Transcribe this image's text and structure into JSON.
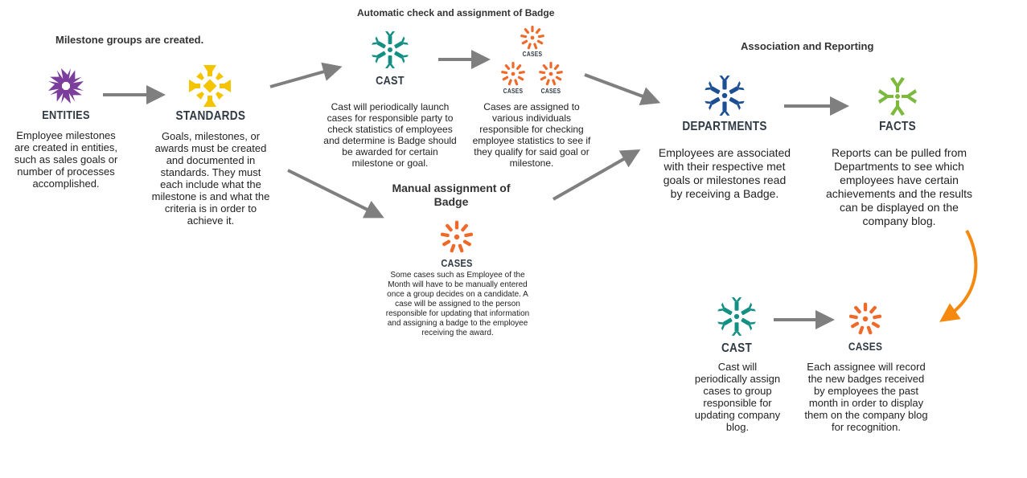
{
  "headings": {
    "milestone": "Milestone groups are created.",
    "automatic": "Automatic check and assignment of Badge",
    "manual": "Manual assignment of Badge",
    "association": "Association and Reporting"
  },
  "labels": {
    "entities": "ENTITIES",
    "standards": "STANDARDS",
    "cast_top": "CAST",
    "cases_small": "CASES",
    "cases_manual": "CASES",
    "departments": "DEPARTMENTS",
    "facts": "FACTS",
    "cast_bottom": "CAST",
    "cases_bottom": "CASES"
  },
  "descriptions": {
    "entities": "Employee milestones are created in entities, such as sales goals or number of processes accomplished.",
    "standards": "Goals, milestones, or awards must be created and documented in standards. They must each include what the milestone is and what the criteria is in order to achieve it.",
    "cast_top": "Cast will periodically launch cases for responsible party to check statistics of employees and determine is Badge should be awarded for certain milestone or goal.",
    "cases_top": "Cases are assigned to various individuals responsible for checking employee statistics to see if they qualify for said goal or milestone.",
    "cases_manual": "Some cases such as Employee of the Month will have to be manually entered once a group decides on a candidate. A case will be assigned to the person responsible for updating that information and assigning a badge to the employee receiving the award.",
    "departments": "Employees are associated with their respective met goals or milestones read by receiving a Badge.",
    "facts": "Reports can be pulled from Departments to see which employees have certain achievements and the results can be displayed on the company blog.",
    "cast_bottom": "Cast will periodically assign cases to group responsible for updating company blog.",
    "cases_bottom": "Each assignee will record the new badges received by employees the past month in order to display them on the company blog for recognition."
  },
  "icons": {
    "entities": "starburst-icon",
    "standards": "arrows-inward-icon",
    "cast": "asterisk-icon",
    "cases": "dotted-burst-icon",
    "departments": "asterisk-icon",
    "facts": "y-branches-icon"
  },
  "colors": {
    "purple": "#7b3e9c",
    "yellow": "#f5c400",
    "teal": "#138f84",
    "orange": "#ee6a2a",
    "navy": "#1c4f92",
    "green": "#7cb93e",
    "arrow_gray": "#7f7f7f",
    "arrow_orange": "#f5890f"
  }
}
